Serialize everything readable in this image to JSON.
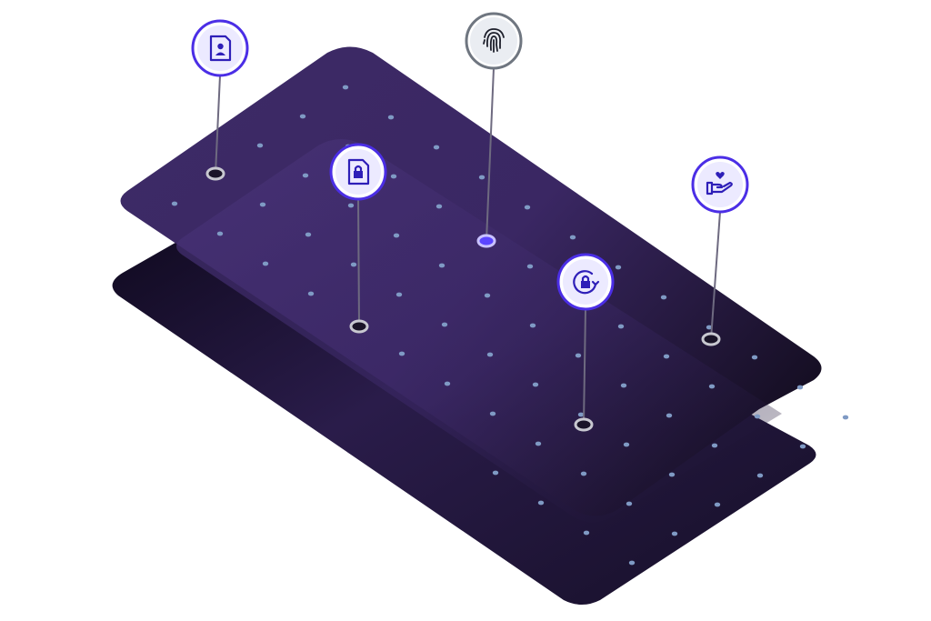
{
  "colors": {
    "background": "#ffffff",
    "plate_dark": "#100a21",
    "plate_mid": "#2a1c4a",
    "plate_light": "#44306e",
    "grid_dot": "#7f9ac4",
    "pin_line": "#6e6a80",
    "accent": "#4b2ee6",
    "pin_fill": "#eceaff",
    "neutral_ring": "#6f7680",
    "neutral_fill": "#eaedf2"
  },
  "pins": [
    {
      "name": "pin-profile-document",
      "icon": "profile-document-icon",
      "style": "accent"
    },
    {
      "name": "pin-fingerprint",
      "icon": "fingerprint-icon",
      "style": "neutral"
    },
    {
      "name": "pin-locked-document",
      "icon": "locked-document-icon",
      "style": "accent"
    },
    {
      "name": "pin-heart-hand",
      "icon": "heart-hand-icon",
      "style": "accent"
    },
    {
      "name": "pin-lock-rotate",
      "icon": "lock-rotate-icon",
      "style": "accent"
    }
  ]
}
